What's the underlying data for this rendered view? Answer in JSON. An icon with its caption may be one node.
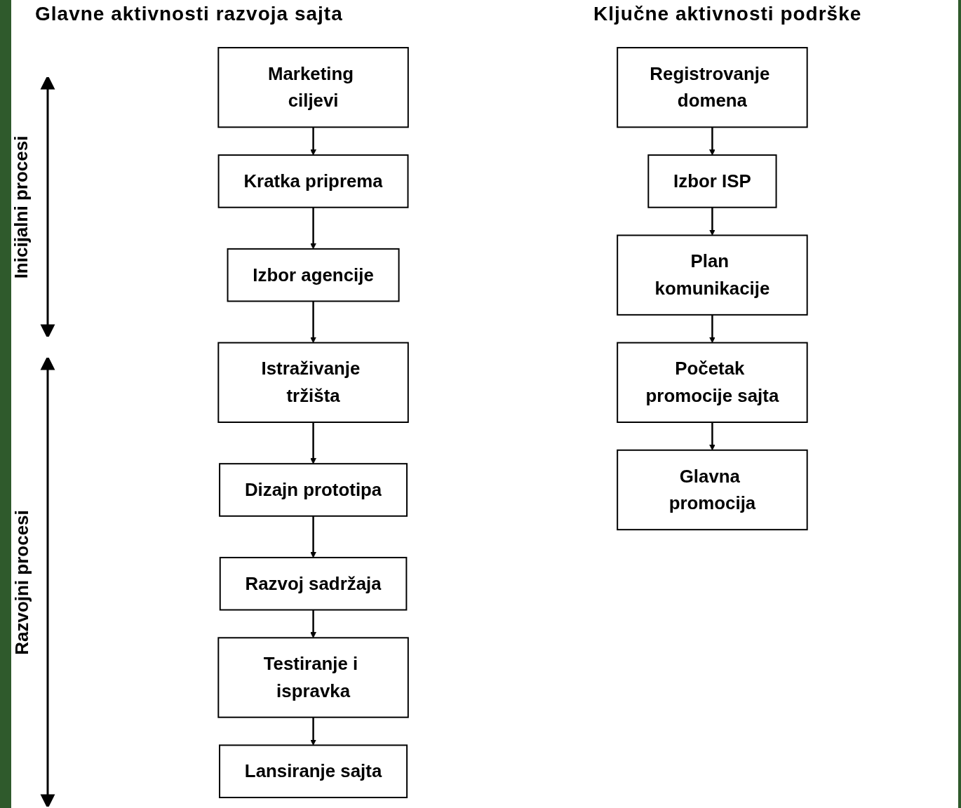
{
  "diagram": {
    "nodes": [
      {
        "text": [
          "Marketing ciljevi"
        ]
      },
      {
        "text": [
          "Kratka priprema"
        ]
      },
      {
        "text": [
          "Izbor agencije"
        ]
      },
      {
        "text": [
          "Istraživanje tržišta"
        ]
      },
      {
        "text": [
          "Dizajn prototipa"
        ]
      },
      {
        "text": [
          "Razvoj sadržaja"
        ]
      },
      {
        "text": [
          "Testiranje i ispravka"
        ]
      },
      {
        "text": [
          "Lansiranje sajta"
        ]
      },
      {
        "text": [
          "Registrovanje domena"
        ]
      },
      {
        "text": [
          "Izbor ISP"
        ]
      },
      {
        "text": [
          "Plan komunikacije"
        ]
      },
      {
        "text": [
          "Početak promocije sajta"
        ]
      },
      {
        "text": [
          "Glavna promocija"
        ]
      }
    ],
    "edges": [
      {
        "from": 0,
        "to": 1,
        "arrow": "to"
      },
      {
        "from": 1,
        "to": 2,
        "arrow": "to"
      },
      {
        "from": 2,
        "to": 3,
        "arrow": "to"
      },
      {
        "from": 3,
        "to": 4,
        "arrow": "to"
      },
      {
        "from": 4,
        "to": 5,
        "arrow": "to"
      },
      {
        "from": 5,
        "to": 6,
        "arrow": "to"
      },
      {
        "from": 6,
        "to": 7,
        "arrow": "to"
      },
      {
        "from": 8,
        "to": 9,
        "arrow": "to"
      },
      {
        "from": 9,
        "to": 10,
        "arrow": "to"
      },
      {
        "from": 10,
        "to": 11,
        "arrow": "to"
      },
      {
        "from": 11,
        "to": 12,
        "arrow": "to"
      }
    ],
    "labels": [
      "Glavne aktivnosti razvoja sajta",
      "Ključne aktivnosti podrške",
      "Inicijalni procesi",
      "Razvojni procesi"
    ]
  }
}
